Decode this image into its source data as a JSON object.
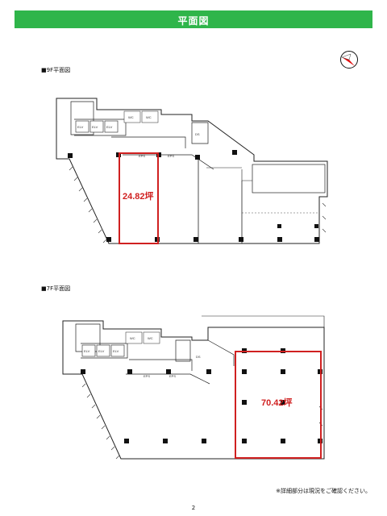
{
  "header": {
    "title": "平面図"
  },
  "plans": [
    {
      "label": "■9F平面図",
      "area": "24.82坪",
      "rooms": {
        "elv": "ELV",
        "wc": "WC",
        "ds": "DS",
        "eps": "EPS"
      }
    },
    {
      "label": "■7F平面図",
      "area": "70.42坪",
      "rooms": {
        "elv": "ELV",
        "wc": "WC",
        "ds": "DS",
        "eps": "EPS"
      }
    }
  ],
  "footer": {
    "note": "※詳細部分は現況をご確認ください。",
    "page_number": "2"
  },
  "colors": {
    "header_bg": "#2fb54a",
    "highlight": "#d02020"
  },
  "icons": {
    "compass": "north-arrow-icon"
  }
}
